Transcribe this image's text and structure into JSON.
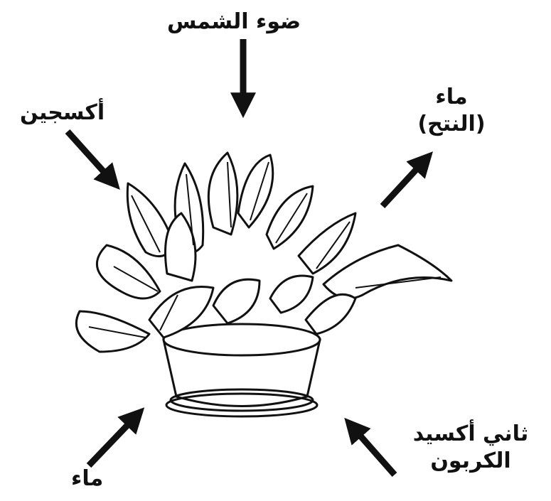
{
  "labels": {
    "sunlight": "ضوء الشمس",
    "oxygen": "أكسجين",
    "transpiration_water": "ماء",
    "transpiration_note": "(النتح)",
    "soil_water": "ماء",
    "co2_line1": "ثاني أكسيد",
    "co2_line2": "الكربون"
  },
  "colors": {
    "ink": "#111111",
    "background": "#ffffff"
  }
}
